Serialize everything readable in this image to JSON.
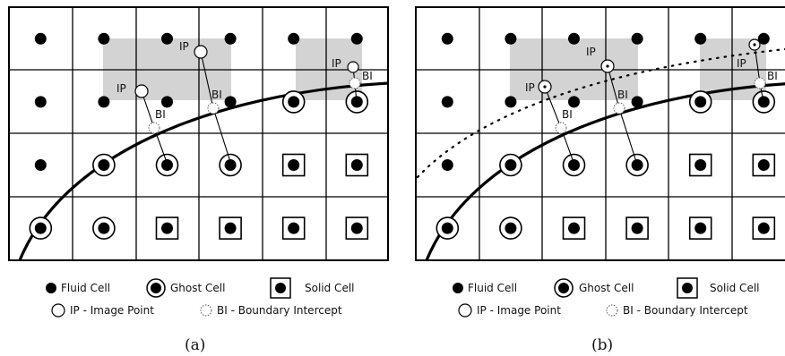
{
  "panels": [
    {
      "caption": "(a)",
      "ip_label": "IP",
      "bi_label": "BI",
      "ip_style": "open",
      "show_dotted_curve": false
    },
    {
      "caption": "(b)",
      "ip_label": "IP",
      "bi_label": "BI",
      "ip_style": "dotted-center",
      "show_dotted_curve": true
    }
  ],
  "legend": {
    "fluid_cell": "Fluid Cell",
    "ghost_cell": "Ghost Cell",
    "solid_cell": "Solid Cell",
    "image_point": "IP - Image Point",
    "boundary_intercept": "BI - Boundary Intercept"
  },
  "grid": {
    "rows": 4,
    "cols": 6
  },
  "cell_types": [
    [
      "fluid",
      "fluid",
      "fluid",
      "fluid",
      "fluid",
      "fluid"
    ],
    [
      "fluid",
      "fluid",
      "fluid",
      "fluid",
      "ghost",
      "ghost"
    ],
    [
      "fluid",
      "ghost",
      "ghost",
      "ghost",
      "solid",
      "solid"
    ],
    [
      "ghost",
      "ghost",
      "solid",
      "solid",
      "solid",
      "solid"
    ]
  ],
  "colors": {
    "line": "#000000",
    "shade": "#d3d3d3",
    "background": "#ffffff"
  }
}
